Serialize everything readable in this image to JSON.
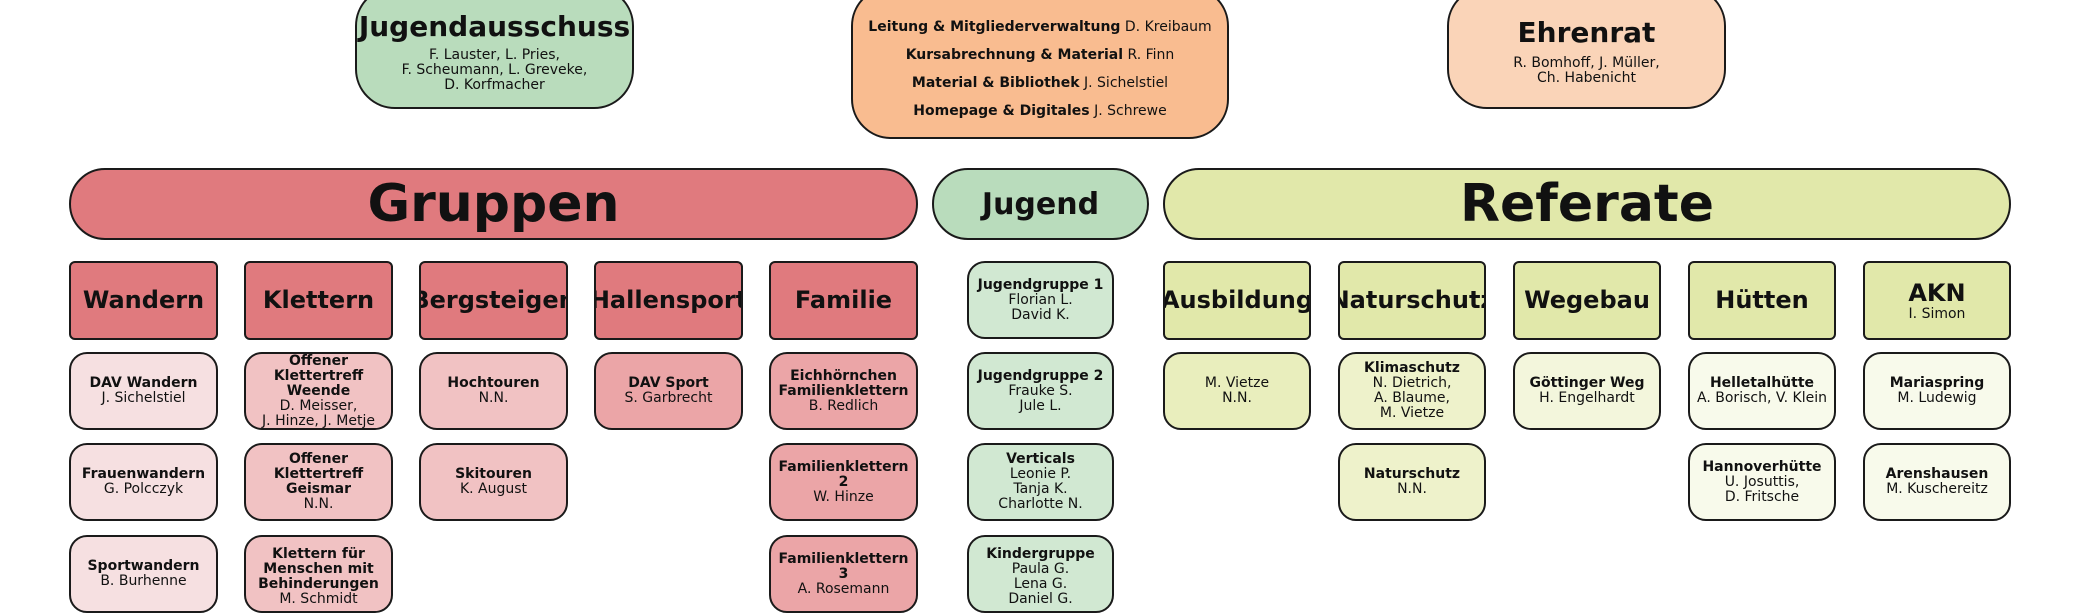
{
  "colors": {
    "gruppen": "#e07a7e",
    "gruppen_card_light": "#f6e0e1",
    "gruppen_card_mid": "#f1c2c3",
    "gruppen_card_dark": "#eba5a7",
    "jugend": "#b9dcbc",
    "jugend_card": "#d1e8d2",
    "referate": "#e1e8aa",
    "referate_card_1": "#e9eebd",
    "referate_card_2": "#eef2cb",
    "referate_card_3": "#f3f6dc",
    "referate_card_4": "#f8faeb",
    "leitung": "#f9bc90",
    "ehrenrat": "#fad4b8",
    "jugendausschuss": "#b9dcbc"
  },
  "top": {
    "jugendausschuss": {
      "title": "Jugendausschuss",
      "lines": [
        "F. Lauster, L. Pries,",
        "F. Scheumann, L. Greveke,",
        "D. Korfmacher"
      ]
    },
    "leitung": {
      "rows": [
        {
          "label": "Leitung & Mitgliederverwaltung",
          "person": "D. Kreibaum"
        },
        {
          "label": "Kursabrechnung & Material",
          "person": "R. Finn"
        },
        {
          "label": "Material & Bibliothek",
          "person": "J. Sichelstiel"
        },
        {
          "label": "Homepage & Digitales",
          "person": "J. Schrewe"
        }
      ]
    },
    "ehrenrat": {
      "title": "Ehrenrat",
      "lines": [
        "R. Bomhoff, J. Müller,",
        "Ch. Habenicht"
      ]
    }
  },
  "banners": {
    "gruppen": "Gruppen",
    "jugend": "Jugend",
    "referate": "Referate"
  },
  "gruppen": [
    {
      "title": "Wandern",
      "sub": "",
      "cards": [
        {
          "title": "DAV Wandern",
          "lines": [
            "J. Sichelstiel"
          ]
        },
        {
          "title": "Frauenwandern",
          "lines": [
            "G. Polcczyk"
          ]
        },
        {
          "title": "Sportwandern",
          "lines": [
            "B. Burhenne"
          ]
        }
      ]
    },
    {
      "title": "Klettern",
      "sub": "",
      "cards": [
        {
          "title": "Offener Klettertreff Weende",
          "lines": [
            "D. Meisser,",
            "J. Hinze, J. Metje"
          ]
        },
        {
          "title": "Offener Klettertreff Geismar",
          "lines": [
            "N.N."
          ]
        },
        {
          "title": "Klettern für Menschen mit Behinderungen",
          "lines": [
            "M. Schmidt"
          ]
        }
      ]
    },
    {
      "title": "Bergsteigen",
      "sub": "",
      "cards": [
        {
          "title": "Hochtouren",
          "lines": [
            "N.N."
          ]
        },
        {
          "title": "Skitouren",
          "lines": [
            "K. August"
          ]
        }
      ]
    },
    {
      "title": "Hallensport",
      "sub": "",
      "cards": [
        {
          "title": "DAV Sport",
          "lines": [
            "S. Garbrecht"
          ]
        }
      ]
    },
    {
      "title": "Familie",
      "sub": "",
      "cards": [
        {
          "title": "Eichhörnchen Familienklettern",
          "lines": [
            "B. Redlich"
          ]
        },
        {
          "title": "Familienklettern 2",
          "lines": [
            "W. Hinze"
          ]
        },
        {
          "title": "Familienklettern 3",
          "lines": [
            "A. Rosemann"
          ]
        }
      ]
    }
  ],
  "jugend_groups": [
    {
      "title": "Jugendgruppe 1",
      "lines": [
        "Florian L.",
        "David K."
      ]
    },
    {
      "title": "Jugendgruppe 2",
      "lines": [
        "Frauke S.",
        "Jule L."
      ]
    },
    {
      "title": "Verticals",
      "lines": [
        "Leonie P.",
        "Tanja K.",
        "Charlotte N."
      ]
    },
    {
      "title": "Kindergruppe",
      "lines": [
        "Paula G.",
        "Lena G.",
        "Daniel G."
      ]
    }
  ],
  "referate": [
    {
      "title": "Ausbildung",
      "sub": "",
      "cards": [
        {
          "title": "",
          "lines": [
            "M. Vietze",
            "N.N."
          ]
        }
      ]
    },
    {
      "title": "Naturschutz",
      "sub": "",
      "cards": [
        {
          "title": "Klimaschutz",
          "lines": [
            "N. Dietrich,",
            "A. Blaume,",
            "M. Vietze"
          ]
        },
        {
          "title": "Naturschutz",
          "lines": [
            "N.N."
          ]
        }
      ]
    },
    {
      "title": "Wegebau",
      "sub": "",
      "cards": [
        {
          "title": "Göttinger Weg",
          "lines": [
            "H. Engelhardt"
          ]
        }
      ]
    },
    {
      "title": "Hütten",
      "sub": "",
      "cards": [
        {
          "title": "Helletalhütte",
          "lines": [
            "A. Borisch, V. Klein"
          ]
        },
        {
          "title": "Hannoverhütte",
          "lines": [
            "U. Josuttis,",
            "D. Fritsche"
          ]
        }
      ]
    },
    {
      "title": "AKN",
      "sub": "I. Simon",
      "cards": [
        {
          "title": "Mariaspring",
          "lines": [
            "M. Ludewig"
          ]
        },
        {
          "title": "Arenshausen",
          "lines": [
            "M. Kuschereitz"
          ]
        }
      ]
    }
  ]
}
